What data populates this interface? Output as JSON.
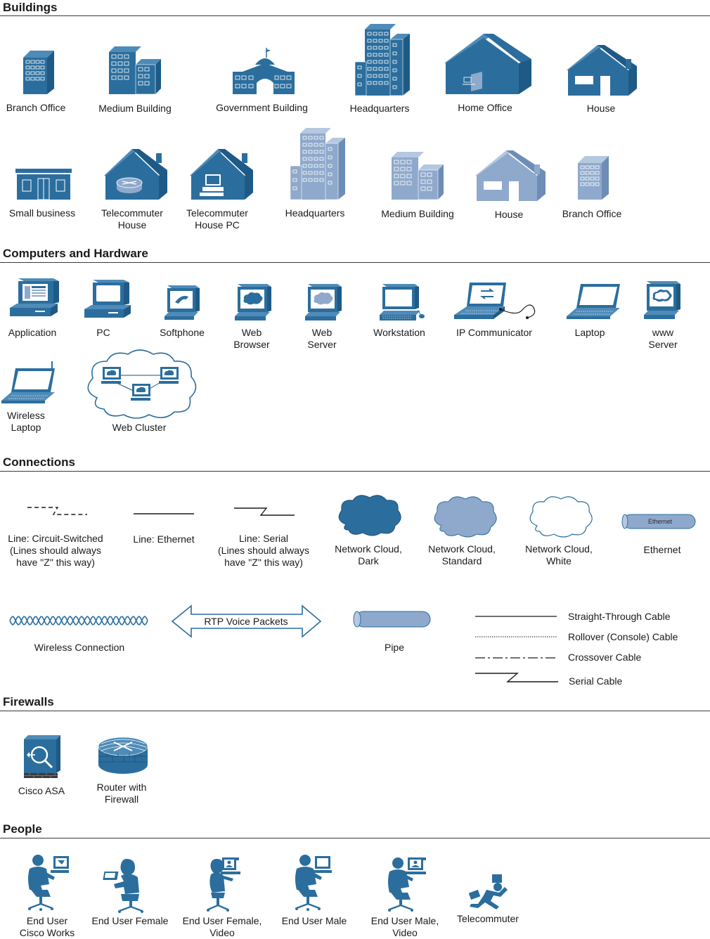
{
  "sections": {
    "buildings": "Buildings",
    "computers": "Computers and Hardware",
    "connections": "Connections",
    "firewalls": "Firewalls",
    "people": "People"
  },
  "buildings": {
    "branch_office": "Branch Office",
    "medium_building": "Medium Building",
    "government_building": "Government Building",
    "headquarters": "Headquarters",
    "home_office": "Home Office",
    "house": "House",
    "small_business": "Small business",
    "telecommuter_house_1": "Telecommuter",
    "telecommuter_house_2": "House",
    "telecommuter_house_pc_1": "Telecommuter",
    "telecommuter_house_pc_2": "House PC",
    "headquarters_light": "Headquarters",
    "medium_building_light": "Medium Building",
    "house_light": "House",
    "branch_office_light": "Branch Office"
  },
  "computers": {
    "application": "Application",
    "pc": "PC",
    "softphone": "Softphone",
    "web_browser_1": "Web",
    "web_browser_2": "Browser",
    "web_server_1": "Web",
    "web_server_2": "Server",
    "workstation": "Workstation",
    "ip_communicator": "IP Communicator",
    "laptop": "Laptop",
    "www_server_1": "www",
    "www_server_2": "Server",
    "wireless_laptop_1": "Wireless",
    "wireless_laptop_2": "Laptop",
    "web_cluster": "Web Cluster"
  },
  "connections": {
    "circuit_switched_1": "Line: Circuit-Switched",
    "circuit_switched_2": "(Lines should always",
    "circuit_switched_3": "have \"Z\" this way)",
    "ethernet_line": "Line: Ethernet",
    "serial_1": "Line: Serial",
    "serial_2": "(Lines should always",
    "serial_3": "have \"Z\" this way)",
    "cloud_dark_1": "Network Cloud,",
    "cloud_dark_2": "Dark",
    "cloud_standard_1": "Network Cloud,",
    "cloud_standard_2": "Standard",
    "cloud_white_1": "Network Cloud,",
    "cloud_white_2": "White",
    "ethernet_tube_text": "Ethernet",
    "ethernet": "Ethernet",
    "wireless_connection": "Wireless Connection",
    "rtp_voice_packets": "RTP Voice Packets",
    "pipe": "Pipe",
    "straight_through": "Straight-Through Cable",
    "rollover": "Rollover (Console) Cable",
    "crossover": "Crossover Cable",
    "serial_cable": "Serial Cable"
  },
  "firewalls": {
    "cisco_asa": "Cisco ASA",
    "router_firewall_1": "Router with",
    "router_firewall_2": "Firewall"
  },
  "people": {
    "end_user_cisco_1": "End User",
    "end_user_cisco_2": "Cisco Works",
    "end_user_female": "End User Female",
    "end_user_female_video_1": "End User Female,",
    "end_user_female_video_2": "Video",
    "end_user_male": "End User Male",
    "end_user_male_video_1": "End User Male,",
    "end_user_male_video_2": "Video",
    "telecommuter": "Telecommuter"
  },
  "colors": {
    "dark_blue": "#2b6e9e",
    "light_blue": "#8fa9cc",
    "outline": "#1e4f73",
    "text": "#1a1a1a"
  }
}
